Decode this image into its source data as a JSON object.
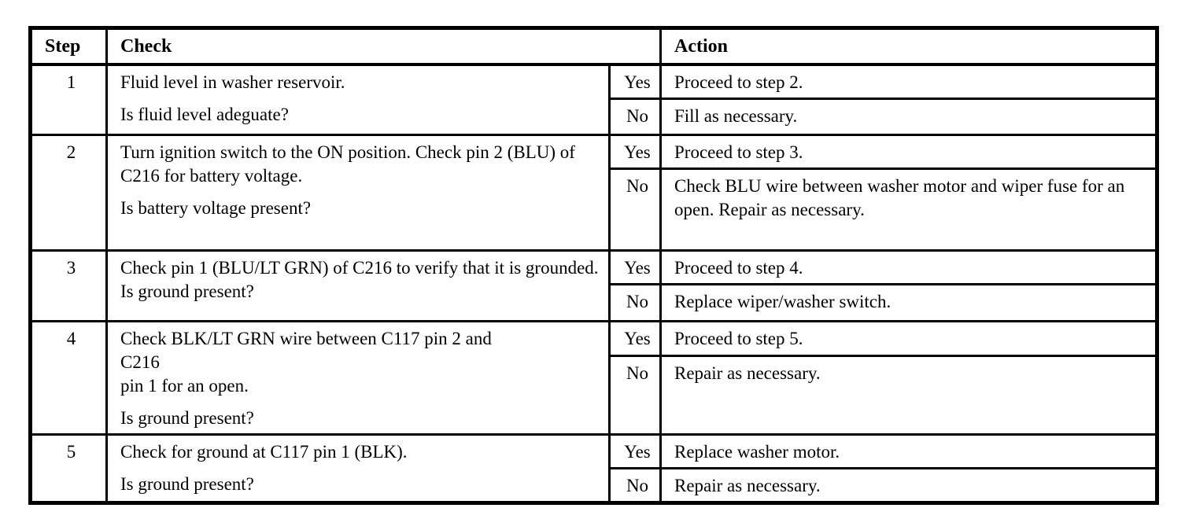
{
  "table": {
    "headers": {
      "step": "Step",
      "check": "Check",
      "action": "Action"
    },
    "yes_label": "Yes",
    "no_label": "No",
    "steps": [
      {
        "step": "1",
        "check_paragraphs": [
          "Fluid level in washer reservoir.",
          "Is fluid level adeguate?"
        ],
        "yes_action": "Proceed to step 2.",
        "no_action": "Fill as necessary."
      },
      {
        "step": "2",
        "check_paragraphs": [
          "Turn ignition switch to the ON position.  Check pin 2 (BLU) of C216 for battery voltage.",
          "Is battery voltage present?"
        ],
        "yes_action": "Proceed to step 3.",
        "no_action": "Check BLU wire between washer motor and wiper fuse for an open.  Repair as necessary."
      },
      {
        "step": "3",
        "check_paragraphs": [
          "Check pin 1 (BLU/LT GRN) of C216 to verify that it is grounded. Is ground present?"
        ],
        "yes_action": "Proceed to step 4.",
        "no_action": "Replace wiper/washer switch."
      },
      {
        "step": "4",
        "check_paragraphs": [
          "Check BLK/LT GRN wire between C117 pin 2  and\nC216\npin 1 for an open.",
          "Is ground present?"
        ],
        "yes_action": "Proceed to step 5.",
        "no_action": "Repair as necessary."
      },
      {
        "step": "5",
        "check_paragraphs": [
          "Check for ground at C117 pin 1 (BLK).",
          "Is ground present?"
        ],
        "yes_action": "Replace washer motor.",
        "no_action": "Repair as necessary."
      }
    ]
  }
}
